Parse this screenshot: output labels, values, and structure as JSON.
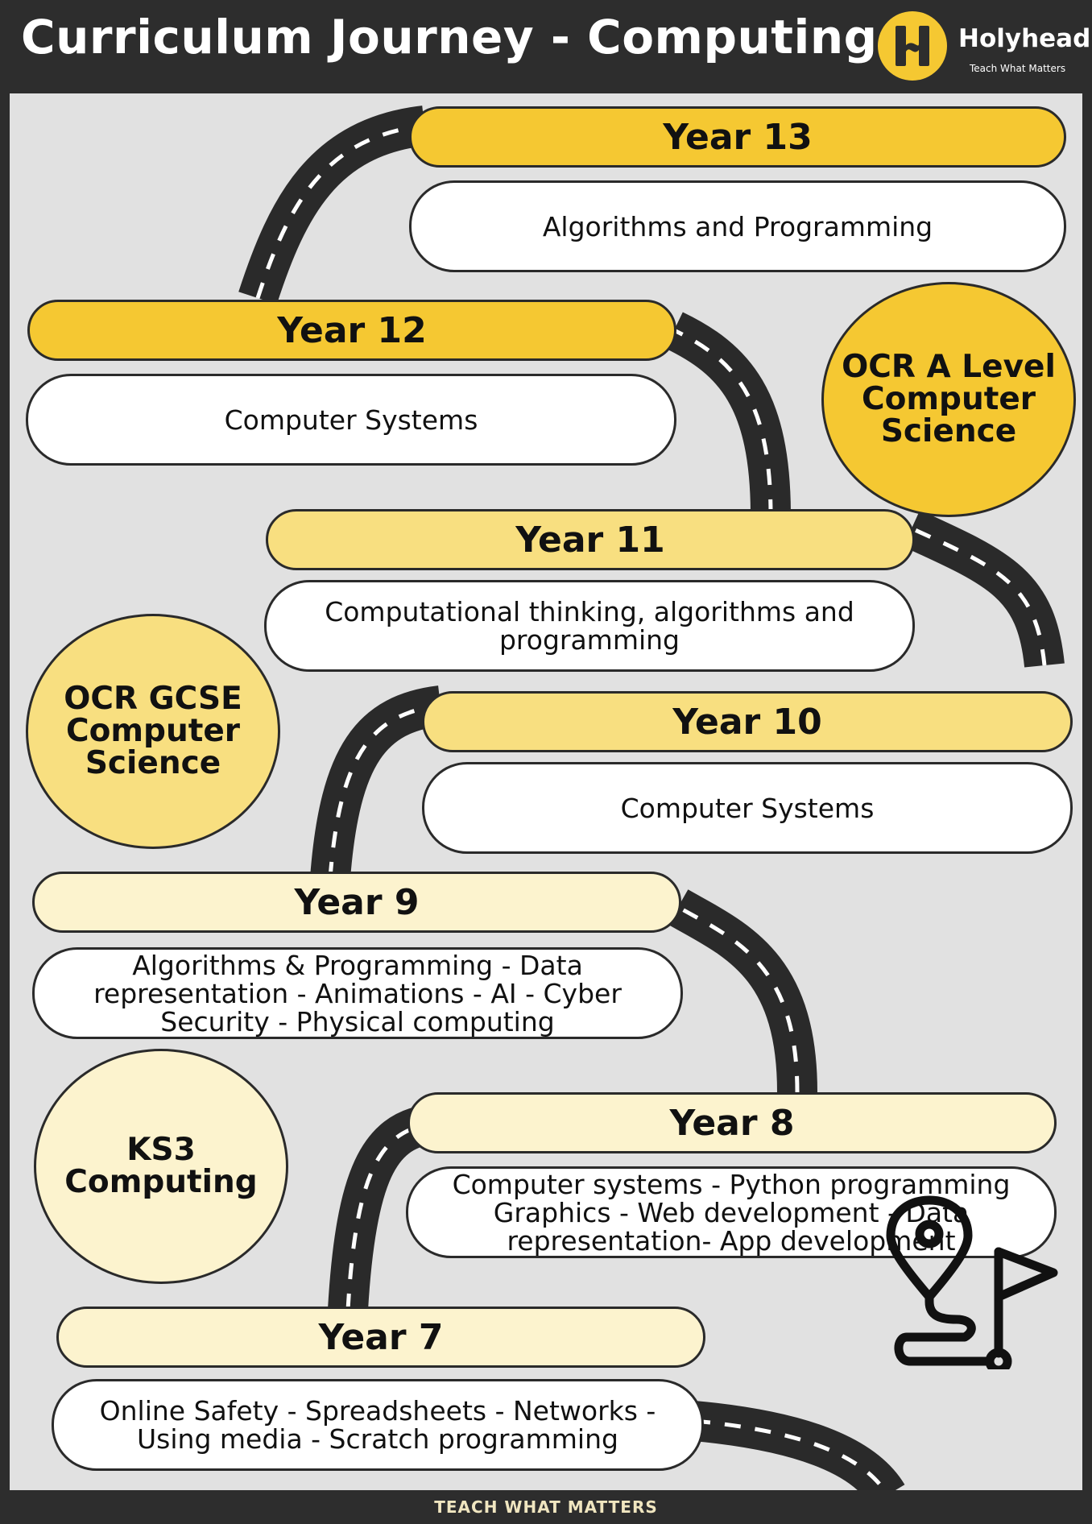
{
  "header": {
    "title": "Curriculum Journey - Computing",
    "logo_name": "Holyhead",
    "logo_tagline": "Teach What Matters",
    "logo_icon": "holyhead-h-logo"
  },
  "colors": {
    "dark_yellow": "#f5c832",
    "mid_yellow": "#f8df80",
    "light_yellow": "#fcf3ce",
    "road": "#2a2a2a",
    "background": "#e1e1e1",
    "header": "#2d2d2d"
  },
  "years": [
    {
      "label": "Year 13",
      "topics": "Algorithms and Programming"
    },
    {
      "label": "Year 12",
      "topics": "Computer Systems"
    },
    {
      "label": "Year 11",
      "topics": "Computational thinking, algorithms and programming"
    },
    {
      "label": "Year 10",
      "topics": "Computer Systems"
    },
    {
      "label": "Year 9",
      "topics": "Algorithms & Programming - Data representation - Animations - AI - Cyber Security  - Physical computing"
    },
    {
      "label": "Year 8",
      "topics": "Computer systems - Python programming Graphics - Web development - Data representation- App development"
    },
    {
      "label": "Year 7",
      "topics": "Online Safety - Spreadsheets - Networks - Using media - Scratch programming"
    }
  ],
  "stages": {
    "a_level": "OCR A Level Computer Science",
    "gcse": "OCR GCSE Computer Science",
    "ks3": "KS3 Computing"
  },
  "icons": {
    "road": "road-icon",
    "map_route": "map-route-icon"
  },
  "footer": {
    "text": "TEACH WHAT MATTERS"
  }
}
